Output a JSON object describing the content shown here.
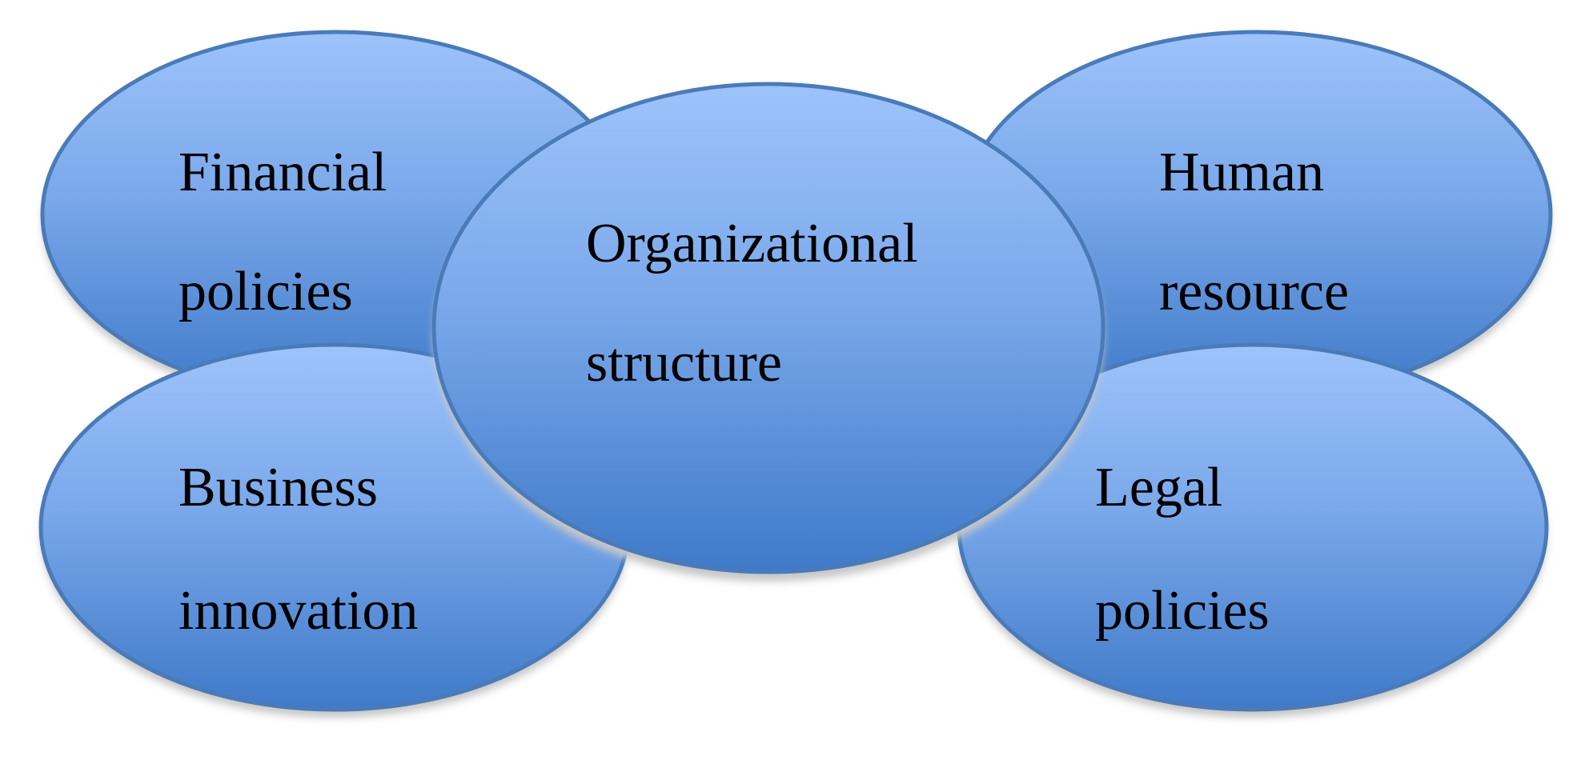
{
  "diagram": {
    "colors": {
      "fill_light": "#9dc3fb",
      "fill_dark": "#3f7ac9",
      "stroke": "#4a7bb8",
      "shadow": "#c7c7c7",
      "text": "#000000"
    },
    "center": {
      "line1": "Organizational",
      "line2": "structure"
    },
    "financial": {
      "line1": "Financial",
      "line2": "policies"
    },
    "human": {
      "line1": "Human",
      "line2": "resource"
    },
    "business": {
      "line1": "Business",
      "line2": "innovation"
    },
    "legal": {
      "line1": "Legal",
      "line2": "policies"
    }
  }
}
